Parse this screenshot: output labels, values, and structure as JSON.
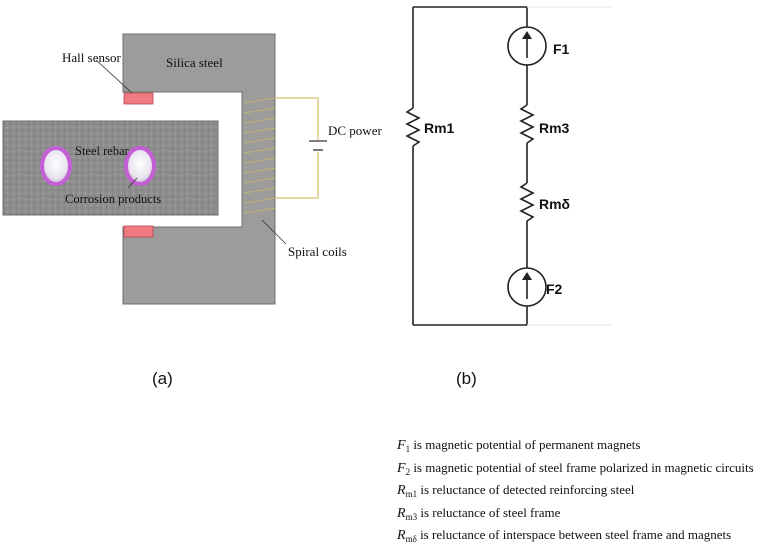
{
  "diagram_a": {
    "caption": "(a)",
    "labels": {
      "hall_sensor": "Hall sensor",
      "silica_steel": "Silica steel",
      "steel_rebar": "Steel rebar",
      "corrosion_products": "Corrosion products",
      "dc_power": "DC power",
      "spiral_coils": "Spiral coils"
    }
  },
  "diagram_b": {
    "caption": "(b)",
    "labels": {
      "rm1": "Rm1",
      "f1": "F1",
      "rm3": "Rm3",
      "rmd": "Rmδ",
      "f2": "F2"
    }
  },
  "legend": [
    {
      "sym": "F",
      "sub": "1",
      "text": " is magnetic potential of permanent magnets"
    },
    {
      "sym": "F",
      "sub": "2",
      "text": " is magnetic potential of steel frame polarized in magnetic circuits"
    },
    {
      "sym": "R",
      "sub": "m1",
      "text": " is reluctance of detected reinforcing steel"
    },
    {
      "sym": "R",
      "sub": "m3",
      "text": " is reluctance of steel frame"
    },
    {
      "sym": "R",
      "sub": "mδ",
      "text": " is reluctance of interspace between steel frame and magnets"
    }
  ],
  "colors": {
    "steel_frame": "#9c9c9c",
    "rebar": "#8a8a8a",
    "sensor": "#f07a82",
    "corrosion_ring": "#c45fd6",
    "coil_wire": "#d8c46a",
    "circuit": "#222222"
  }
}
